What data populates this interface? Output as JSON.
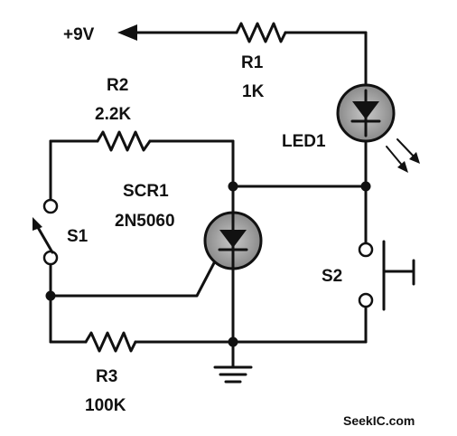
{
  "labels": {
    "supply": "+9V",
    "r1_name": "R1",
    "r1_value": "1K",
    "r2_name": "R2",
    "r2_value": "2.2K",
    "r3_name": "R3",
    "r3_value": "100K",
    "led_name": "LED1",
    "scr_name": "SCR1",
    "scr_part": "2N5060",
    "s1_name": "S1",
    "s2_name": "S2"
  },
  "watermark": "SeekIC.com",
  "colors": {
    "ink": "#111111",
    "background": "#ffffff",
    "component_shade": "#9a9a9a"
  }
}
